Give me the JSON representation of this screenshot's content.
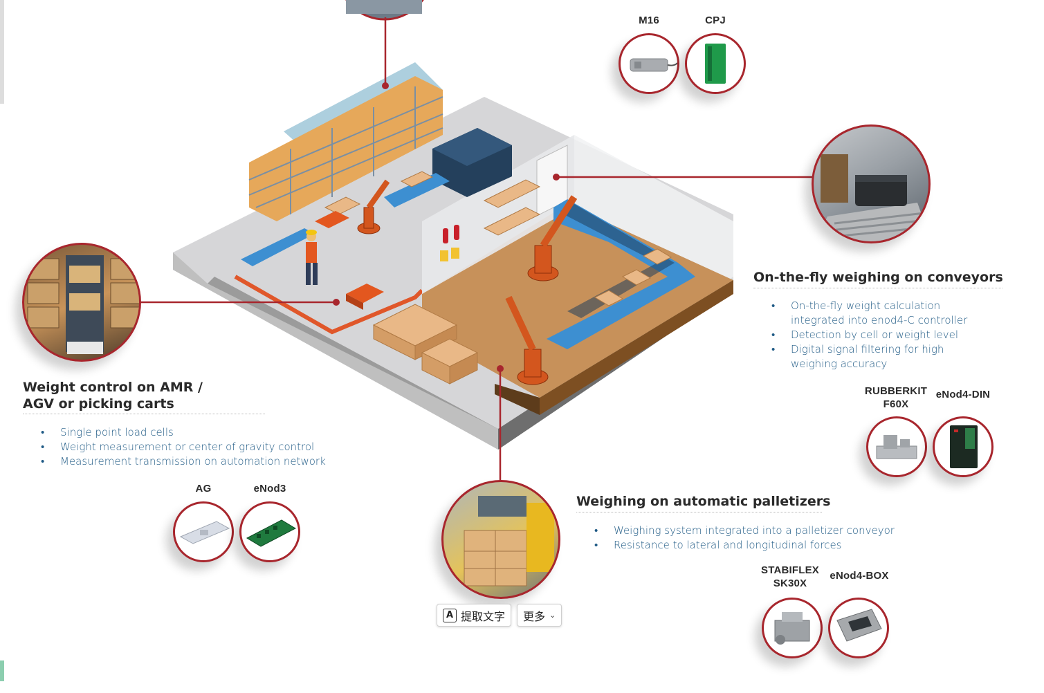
{
  "sections": {
    "conveyors": {
      "title": "On-the-fly weighing on conveyors",
      "bullets": [
        "On-the-fly weight calculation",
        "integrated into enod4-C controller",
        "Detection by cell or weight level",
        "Digital signal filtering for high",
        "weighing accuracy"
      ]
    },
    "amr": {
      "title_line1": "Weight control on AMR /",
      "title_line2": "AGV or picking carts",
      "bullets": [
        "Single point load cells",
        "Weight measurement or center of gravity control",
        "Measurement transmission on automation network"
      ]
    },
    "palletizers": {
      "title": "Weighing on automatic palletizers",
      "bullets": [
        "Weighing system integrated into a palletizer conveyor",
        "Resistance to lateral and longitudinal forces"
      ]
    }
  },
  "products": {
    "m16": "M16",
    "cpj": "CPJ",
    "rubberkit_line1": "RUBBERKIT",
    "rubberkit_line2": "F60X",
    "enod4_din": "eNod4-DIN",
    "ag": "AG",
    "enod3": "eNod3",
    "stabiflex_line1": "STABIFLEX",
    "stabiflex_line2": "SK30X",
    "enod4_box": "eNod4-BOX"
  },
  "ocr_toolbar": {
    "extract_text": "提取文字",
    "more": "更多"
  },
  "colors": {
    "accent": "#a8262d",
    "title_text": "#2a2a2a",
    "bullet_text": "#1f5a85",
    "conveyor_blue": "#3d8fd1",
    "robot_orange": "#d3561e",
    "floor_tan": "#c7915a"
  }
}
